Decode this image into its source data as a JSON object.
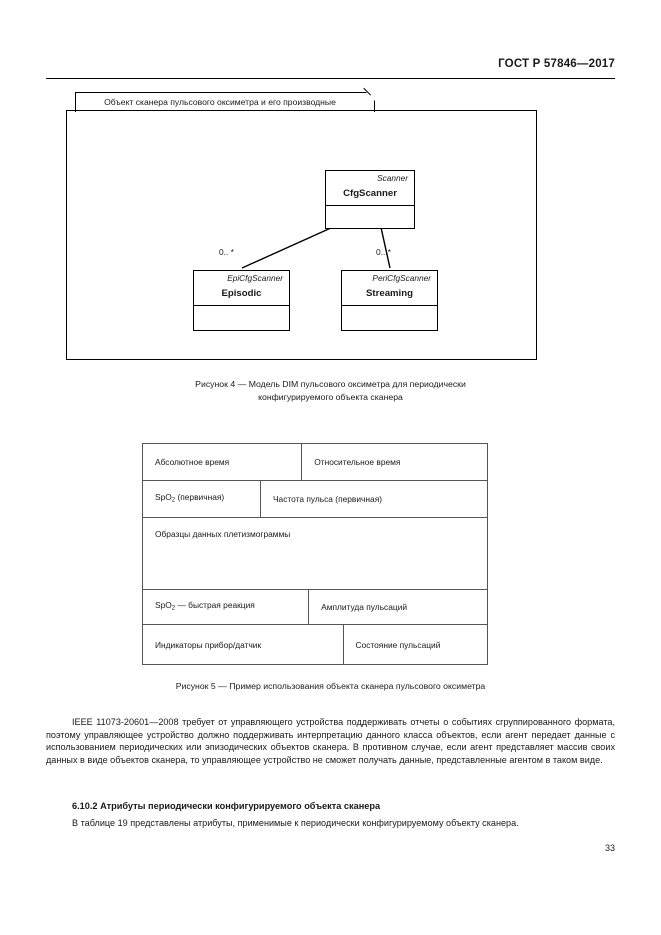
{
  "header": {
    "standard_id": "ГОСТ Р 57846—2017"
  },
  "figure4": {
    "package_label": "Объект сканера пульсового оксиметра и его производные",
    "classes": [
      {
        "stereotype": "Scanner",
        "name": "CfgScanner"
      },
      {
        "stereotype": "EpiCfgScanner",
        "name": "Episodic"
      },
      {
        "stereotype": "PeriCfgScanner",
        "name": "Streaming"
      }
    ],
    "multiplicity_left": "0.. *",
    "multiplicity_right": "0...*",
    "caption_line1": "Рисунок 4 — Модель DIM пульсового оксиметра для периодически",
    "caption_line2": "конфигурируемого объекта сканера"
  },
  "figure5": {
    "rows": [
      {
        "cells": [
          "Абсолютное время",
          "Относительное время"
        ],
        "split": 46
      },
      {
        "cells": [
          "SpO2 (первичная)",
          "Частота пульса (первичная)"
        ],
        "split": 34,
        "sub": true
      },
      {
        "cells": [
          "Образцы данных плетизмограммы"
        ],
        "split": 100
      },
      {
        "cells": [
          "SpO2 — быстрая реакция",
          "Амплитуда пульсаций"
        ],
        "split": 48,
        "sub": true
      },
      {
        "cells": [
          "Индикаторы прибор/датчик",
          "Состояние пульсаций"
        ],
        "split": 58
      }
    ],
    "caption": "Рисунок 5 — Пример использования объекта сканера пульсового оксиметра"
  },
  "body": {
    "paragraph1": "IEEE 11073-20601—2008 требует от управляющего устройства поддерживать отчеты о событиях сгруппированного формата, поэтому управляющее устройство должно поддерживать интерпретацию данного класса объектов, если агент передает данные с использованием периодических или эпизодических объектов сканера. В противном случае, если агент представляет массив своих данных в виде объектов сканера, то управляющее устройство не сможет получать данные, представленные агентом в таком виде.",
    "heading": "6.10.2 Атрибуты периодически конфигурируемого объекта сканера",
    "paragraph2": "В таблице 19 представлены атрибуты, применимые к периодически конфигурируемому объекту сканера."
  },
  "folio": "33"
}
